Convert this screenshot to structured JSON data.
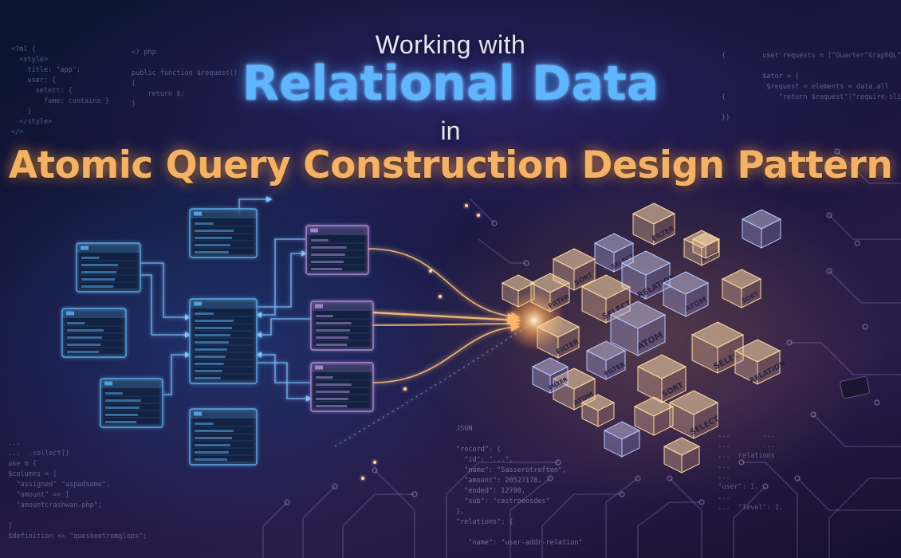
{
  "title": {
    "line1": "Working with",
    "line2": "Relational Data",
    "line3": "in",
    "line4": "Atomic Query Construction Design Pattern"
  },
  "code_snippets": {
    "top_left": "<?ml {\n  <style>\n    title: \"app\";\n    user: {\n      select: {\n        fume: contains }\n    }\n  </style>\n</>",
    "top_left_php": "<? php\n\npublic function $request()\n{\n    return $;\n}",
    "top_right": "{         user requests = [\"Quarter\"GraphQL\"];\n\n          $ator = {\n           $request = elements = data.all\n{             \"return $request\"|\"require-sliable\"\n\n})",
    "json": "JSON\n\n\"record\": {\n  \"id\": \"...\",\n  \"name\": \"Sasserotrefton\",\n  \"amount\": 20527178,\n  \"ended\": 12700,\n  \"sub\": \"castroeosdes\"\n},\n\"relations\": {\n\n   \"name\": \"user-addr-relation\"",
    "bottom_left": "  ...\n  ...  .collect()\n  use m {\n  $columns = [\n    \"assigned\" \"aspadsome\",\n    \"amount\" => ]\n    \"amountcrashwan.php\";\n\n  ]\n  $definition => \"queskeetromglops\";",
    "bottom_right": "  ...        ...\n  ...        ...\n  ...  relations\n  ...\n  ...\n  \"user\": 1,\n  ...\n  ...  \"level\": 1,"
  },
  "cubes": {
    "labels": [
      "FILTER",
      "SELECT",
      "ATOM",
      "SORT",
      "RELATION",
      "FILTER",
      "SELECT",
      "ATOM",
      "SORT",
      "FILTER",
      "ATOM",
      "SELECT",
      "RELATION",
      "FILTER",
      "SORT",
      "ATOM",
      "FILTER",
      "SELECT"
    ]
  },
  "colors": {
    "title_blue": "#5fb6ff",
    "title_gold": "#f4b266",
    "table_blue": "#5aa8e6",
    "table_violet": "#a98bd6",
    "glow_orange": "#ffb060"
  }
}
